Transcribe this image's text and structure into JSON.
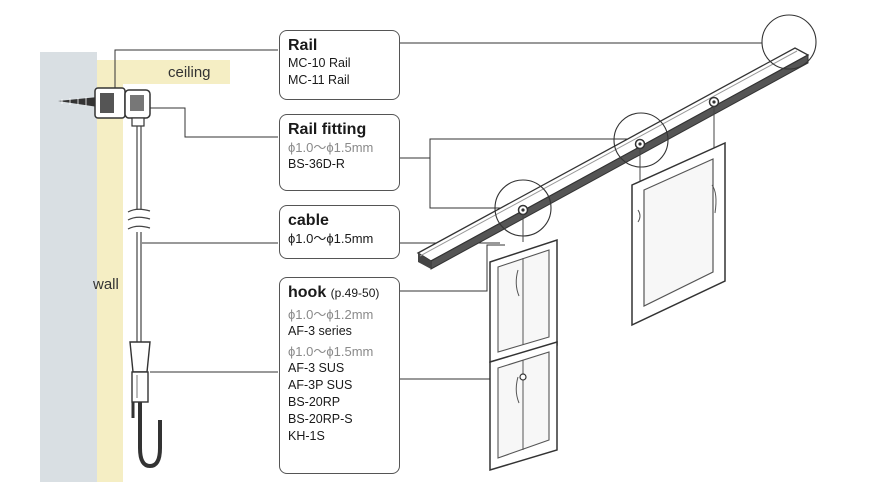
{
  "labels": {
    "ceiling": "ceiling",
    "wall": "wall"
  },
  "rail_box": {
    "title": "Rail",
    "items": [
      "MC-10 Rail",
      "MC-11 Rail"
    ]
  },
  "fitting_box": {
    "title": "Rail fitting",
    "spec": "ϕ1.0～ϕ1.5mm",
    "items": [
      "BS-36D-R"
    ]
  },
  "cable_box": {
    "title": "cable",
    "spec": "ϕ1.0～ϕ1.5mm"
  },
  "hook_box": {
    "title": "hook",
    "title_note": "(p.49-50)",
    "spec1": "ϕ1.0～ϕ1.2mm",
    "items1": [
      "AF-3 series"
    ],
    "spec2": "ϕ1.0～ϕ1.5mm",
    "items2": [
      "AF-3 SUS",
      "AF-3P SUS",
      "BS-20RP",
      "BS-20RP-S",
      "KH-1S"
    ]
  },
  "colors": {
    "wall": "#f5eec4",
    "wall_shadow": "#d9dfe3",
    "line": "#333333",
    "rail": "#555555"
  }
}
